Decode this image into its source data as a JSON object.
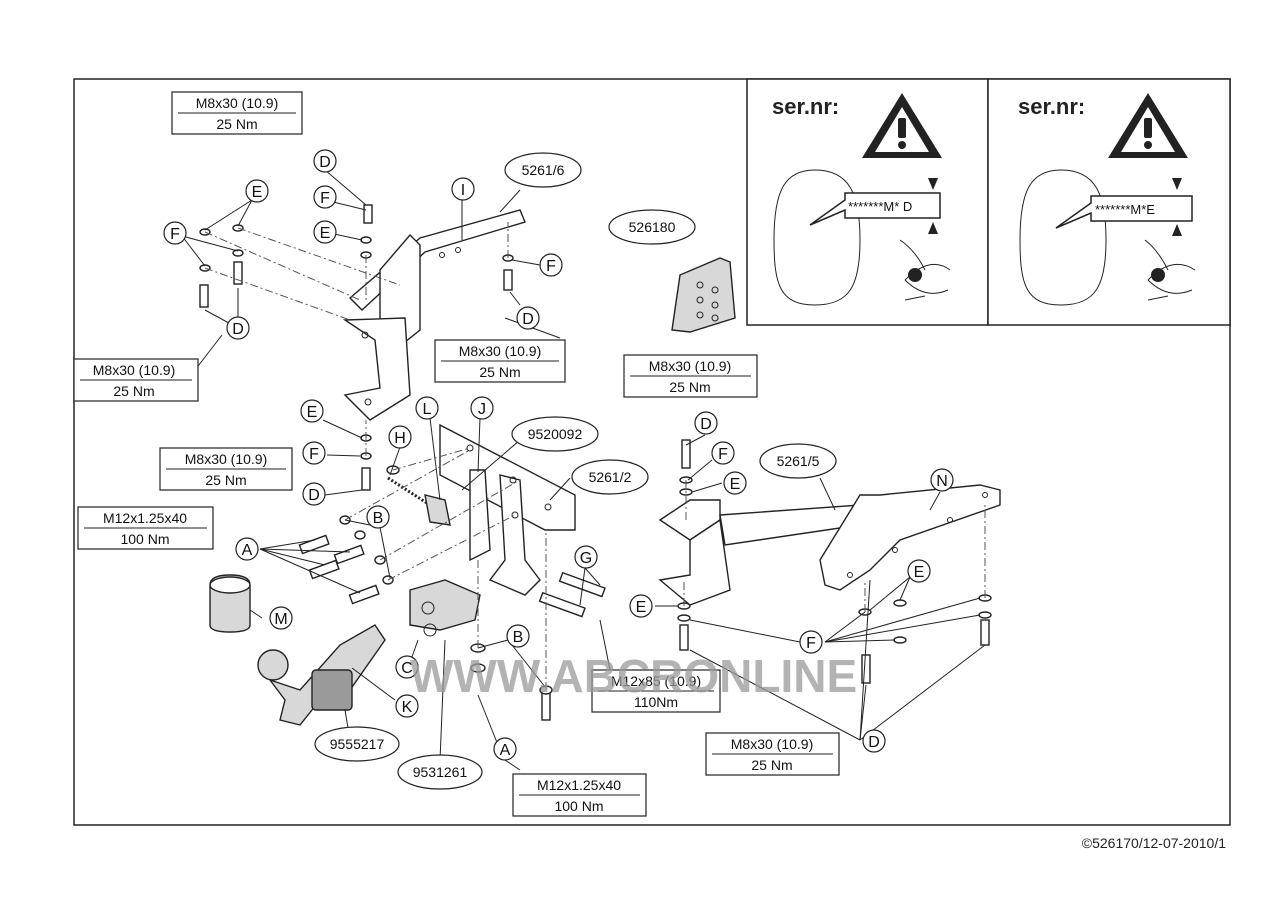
{
  "torque_labels": {
    "t1": {
      "spec": "M8x30 (10.9)",
      "torque": "25 Nm"
    },
    "t2": {
      "spec": "M8x30 (10.9)",
      "torque": "25 Nm"
    },
    "t3": {
      "spec": "M8x30 (10.9)",
      "torque": "25 Nm"
    },
    "t4": {
      "spec": "M8x30 (10.9)",
      "torque": "25 Nm"
    },
    "t5": {
      "spec": "M8x30 (10.9)",
      "torque": "25 Nm"
    },
    "t6": {
      "spec": "M8x30 (10.9)",
      "torque": "25 Nm"
    },
    "t7": {
      "spec": "M12x1.25x40",
      "torque": "100 Nm"
    },
    "t8": {
      "spec": "M12x1.25x40",
      "torque": "100 Nm"
    },
    "t9": {
      "spec": "M12x85 (10.9)",
      "torque": "110Nm"
    }
  },
  "part_numbers": {
    "p1": "5261/6",
    "p2": "526180",
    "p3": "9520092",
    "p4": "5261/2",
    "p5": "5261/5",
    "p6": "9555217",
    "p7": "9531261"
  },
  "letters": {
    "l1": "D",
    "l2": "E",
    "l3": "F",
    "l4": "E",
    "l5": "F",
    "l6": "D",
    "l7": "I",
    "l8": "F",
    "l9": "D",
    "l10": "E",
    "l11": "F",
    "l12": "D",
    "l13": "H",
    "l14": "L",
    "l15": "J",
    "l16": "B",
    "l17": "A",
    "l18": "M",
    "l19": "G",
    "l20": "B",
    "l21": "C",
    "l22": "K",
    "l23": "A",
    "l24": "D",
    "l25": "F",
    "l26": "E",
    "l27": "N",
    "l28": "E",
    "l29": "E",
    "l30": "F",
    "l31": "D"
  },
  "serial_panels": {
    "left": {
      "heading": "ser.nr:",
      "code": "*******M* D"
    },
    "right": {
      "heading": "ser.nr:",
      "code": "*******M*E"
    }
  },
  "watermark": "WWW.ABCRONLINE",
  "footer": "©526170/12-07-2010/1"
}
